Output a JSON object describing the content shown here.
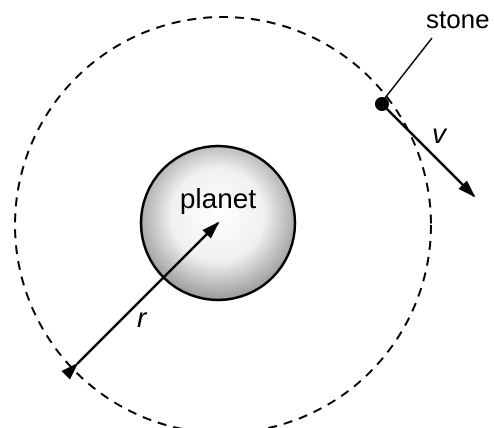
{
  "labels": {
    "stone": "stone",
    "planet": "planet",
    "velocity": "v",
    "radius": "r"
  },
  "colors": {
    "stroke": "#000000",
    "planet_fill_center": "#ffffff",
    "planet_fill_edge": "#9a9a9a",
    "background": "#ffffff"
  }
}
